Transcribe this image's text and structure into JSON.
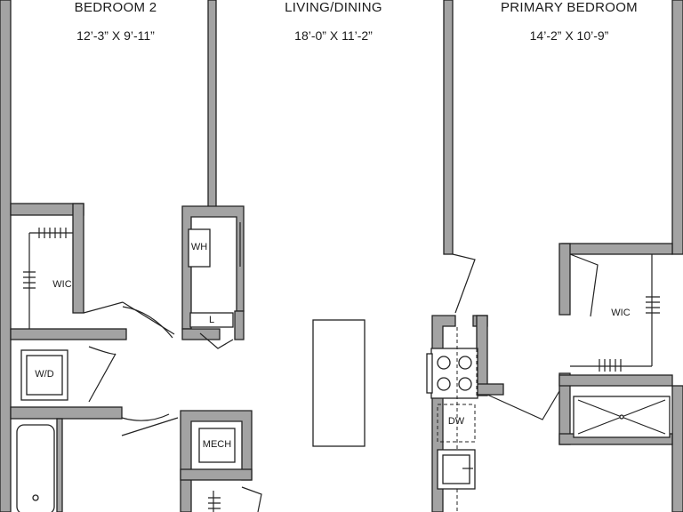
{
  "rooms": {
    "bedroom2": {
      "name": "BEDROOM 2",
      "dims": "12’-3” X 9’-11”"
    },
    "living": {
      "name": "LIVING/DINING",
      "dims": "18’-0” X 11’-2”"
    },
    "primary": {
      "name": "PRIMARY BEDROOM",
      "dims": "14’-2” X 10’-9”"
    }
  },
  "labels": {
    "wic_left": "WIC",
    "wic_right": "WIC",
    "wh": "WH",
    "l": "L",
    "wd": "W/D",
    "mech": "MECH",
    "dw": "DW"
  },
  "colors": {
    "wall_fill": "#a3a3a3",
    "line": "#222222"
  }
}
